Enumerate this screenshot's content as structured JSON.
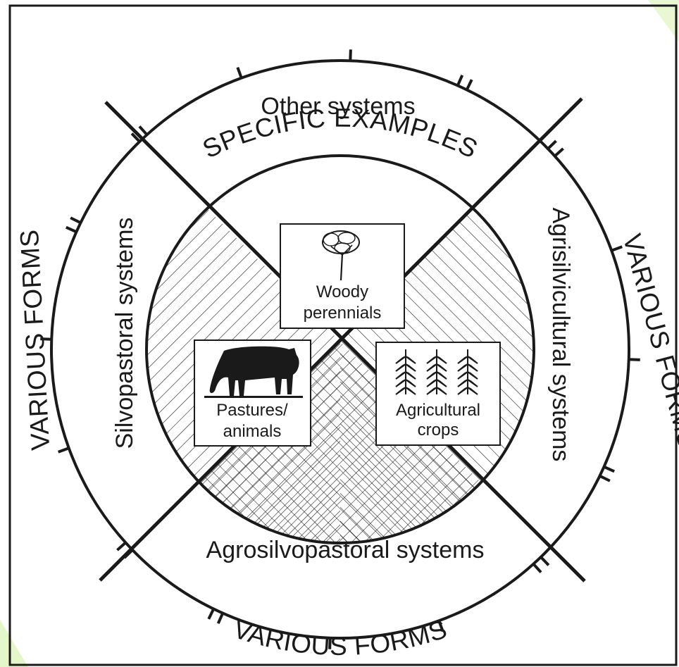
{
  "outer_ring": {
    "top": "SPECIFIC EXAMPLES",
    "left": "VARIOUS FORMS",
    "right": "VARIOUS FORMS",
    "bottom": "VARIOUS FORMS"
  },
  "middle_ring": {
    "top": "Other systems",
    "left": "Silvopastoral systems",
    "right": "Agrisilvicultural systems",
    "bottom": "Agrosilvopastoral systems"
  },
  "components": {
    "woody": [
      "Woody",
      "perennials"
    ],
    "pastures": [
      "Pastures/",
      "animals"
    ],
    "crops": [
      "Agricultural",
      "crops"
    ]
  },
  "colors": {
    "line": "#1a1a1a",
    "background": "#ffffff",
    "watermark_corner": "#d6f0a8"
  },
  "icons": [
    "tree-icon",
    "cow-icon",
    "maize-plant-icon"
  ]
}
